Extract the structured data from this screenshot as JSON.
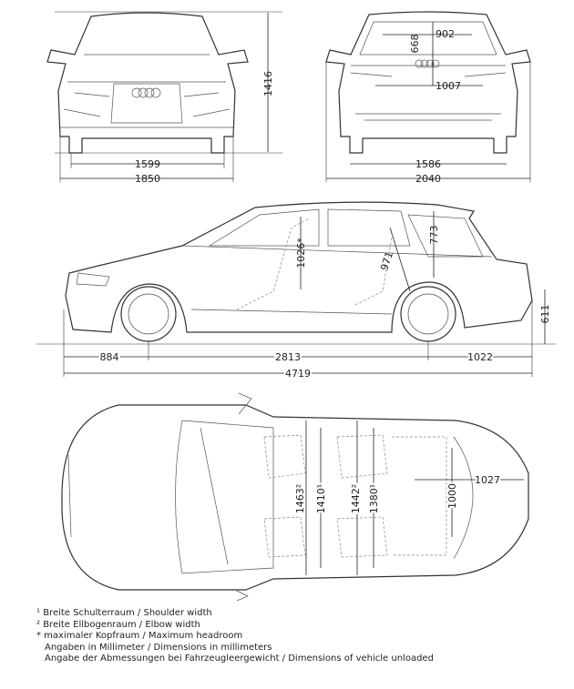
{
  "front_view": {
    "track_width": "1599",
    "body_width": "1850",
    "height": "1416"
  },
  "rear_view": {
    "interior_width_top": "902",
    "roof_height_rear": "668",
    "load_width": "1007",
    "track_width": "1586",
    "width_with_mirrors": "2040"
  },
  "side_view": {
    "headroom_front": "1026*",
    "headroom_rear": "971",
    "rear_opening_height": "773",
    "load_sill_height": "611",
    "front_overhang": "884",
    "wheelbase": "2813",
    "rear_overhang": "1022",
    "length": "4719"
  },
  "top_view": {
    "front_elbow_width": "1463²",
    "front_shoulder_width": "1410¹",
    "rear_elbow_width": "1442²",
    "rear_shoulder_width": "1380¹",
    "trunk_width": "1000",
    "trunk_length": "1027"
  },
  "notes": [
    "¹ Breite Schulterraum / Shoulder width",
    "² Breite Ellbogenraum / Elbow width",
    "* maximaler Kopfraum / Maximum headroom",
    "Angaben in Millimeter / Dimensions in millimeters",
    "Angabe der Abmessungen bei Fahrzeugleergewicht / Dimensions of vehicle unloaded"
  ]
}
